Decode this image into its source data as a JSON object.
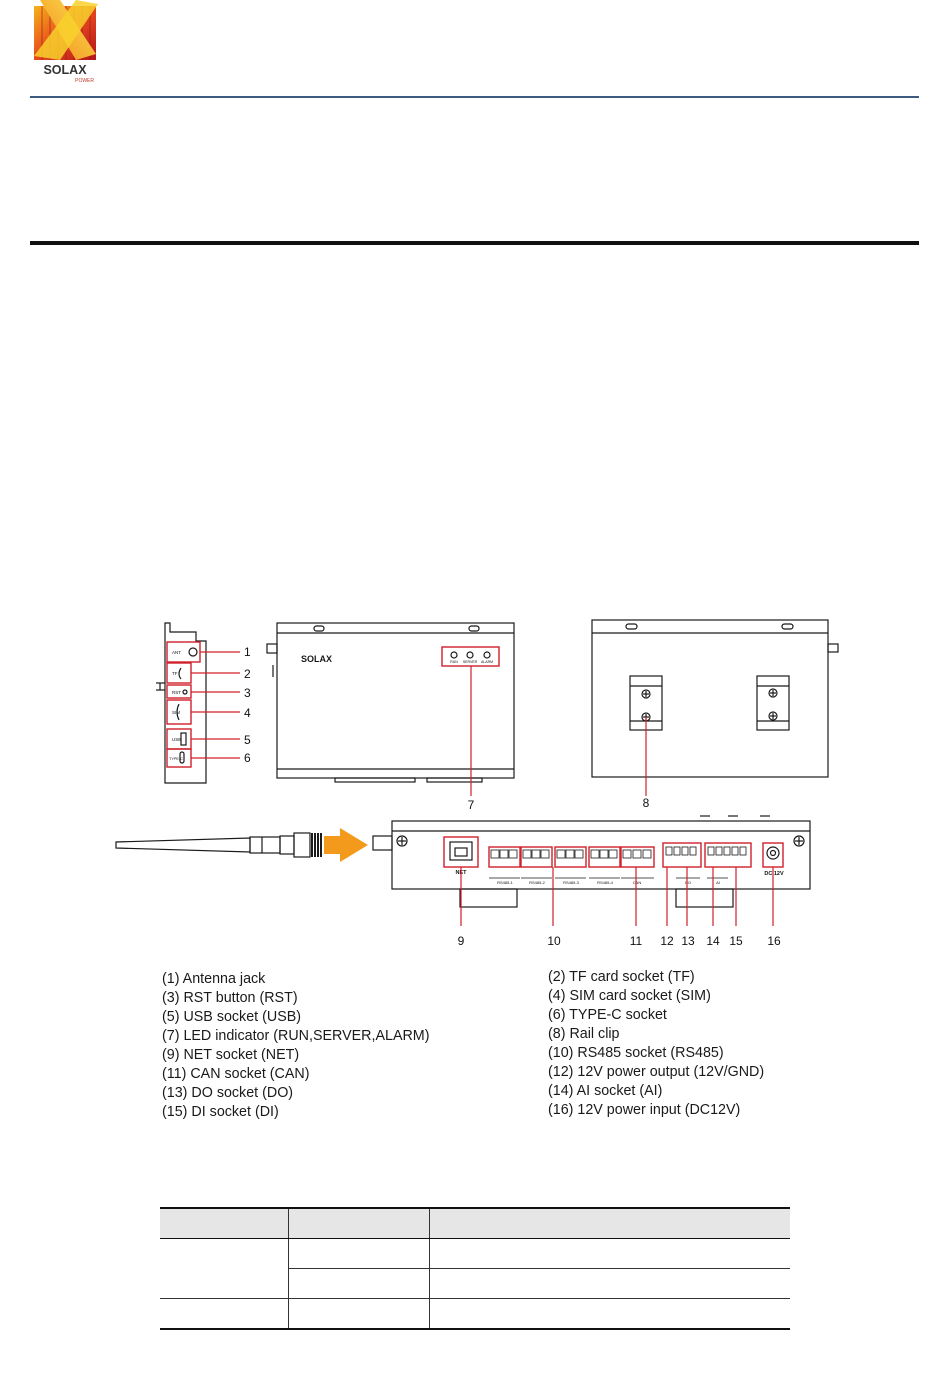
{
  "logo": {
    "wordmark": "SOLAX",
    "tagline": "POWER",
    "icon": "solax-logo"
  },
  "diagram": {
    "callouts": [
      "1",
      "2",
      "3",
      "4",
      "5",
      "6",
      "7",
      "8",
      "9",
      "10",
      "11",
      "12",
      "13",
      "14",
      "15",
      "16"
    ],
    "device_front_brand": "SOLAX",
    "led_labels": [
      "RUN",
      "SERVER",
      "ALARM"
    ],
    "side_port_labels": [
      "ANT",
      "TF",
      "RST",
      "SIM",
      "USB",
      "TYPE-C"
    ],
    "net_label": "NET",
    "dc_label": "DC 12V",
    "rs485_group_labels": [
      "RS485-1",
      "RS485-2",
      "RS485-3",
      "RS485-4"
    ],
    "can_label": "CAN",
    "do_label": "DO",
    "ai_label": "AI",
    "colors": {
      "highlight": "#d0202a",
      "arrow": "#f39a1d",
      "line": "#1a1a1a"
    }
  },
  "legend": {
    "left": [
      "(1) Antenna jack",
      "(3) RST button (RST)",
      "(5) USB socket (USB)",
      "(7) LED indicator (RUN,SERVER,ALARM)",
      "(9) NET socket (NET)",
      "(11) CAN socket (CAN)",
      "(13) DO socket (DO)",
      "(15) DI socket (DI)"
    ],
    "right": [
      "(2) TF card socket (TF)",
      "(4) SIM card socket (SIM)",
      "(6) TYPE-C socket",
      "(8) Rail clip",
      "(10) RS485 socket (RS485)",
      "(12) 12V power output (12V/GND)",
      "(14) AI socket (AI)",
      "(16) 12V power input (DC12V)"
    ]
  },
  "table": {
    "headers": [
      "",
      "",
      ""
    ],
    "rows": [
      [
        "",
        "",
        ""
      ],
      [
        "",
        ""
      ],
      [
        "",
        "",
        ""
      ]
    ]
  }
}
